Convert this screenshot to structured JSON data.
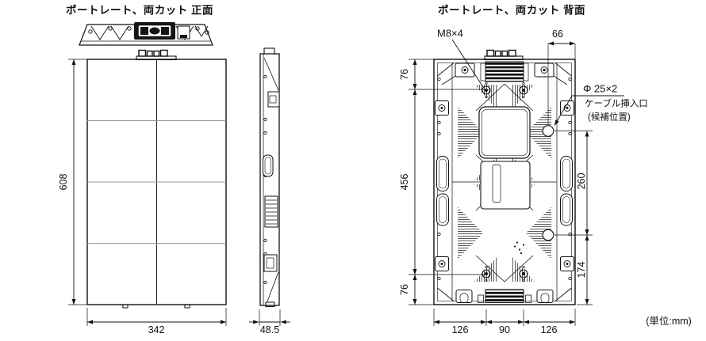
{
  "unit_note": "(単位:mm)",
  "views": {
    "front": {
      "title": "ポートレート、両カット 正面",
      "dim_height": "608",
      "dim_width": "342"
    },
    "side": {
      "dim_depth": "48.5"
    },
    "back": {
      "title": "ポートレート、両カット 背面",
      "bolt_label": "M8×4",
      "cable_dia_label": "Φ 25×2",
      "cable_port_label": "ケーブル挿入口",
      "cable_position_note": "(候補位置)",
      "dim_right_offset": "66",
      "dim_top_offset": "76",
      "dim_mount_span": "456",
      "dim_bottom_offset": "76",
      "dim_cable_span": "260",
      "dim_cable_bottom": "174",
      "dim_bottom_left": "126",
      "dim_bottom_center": "90",
      "dim_bottom_right": "126"
    }
  }
}
